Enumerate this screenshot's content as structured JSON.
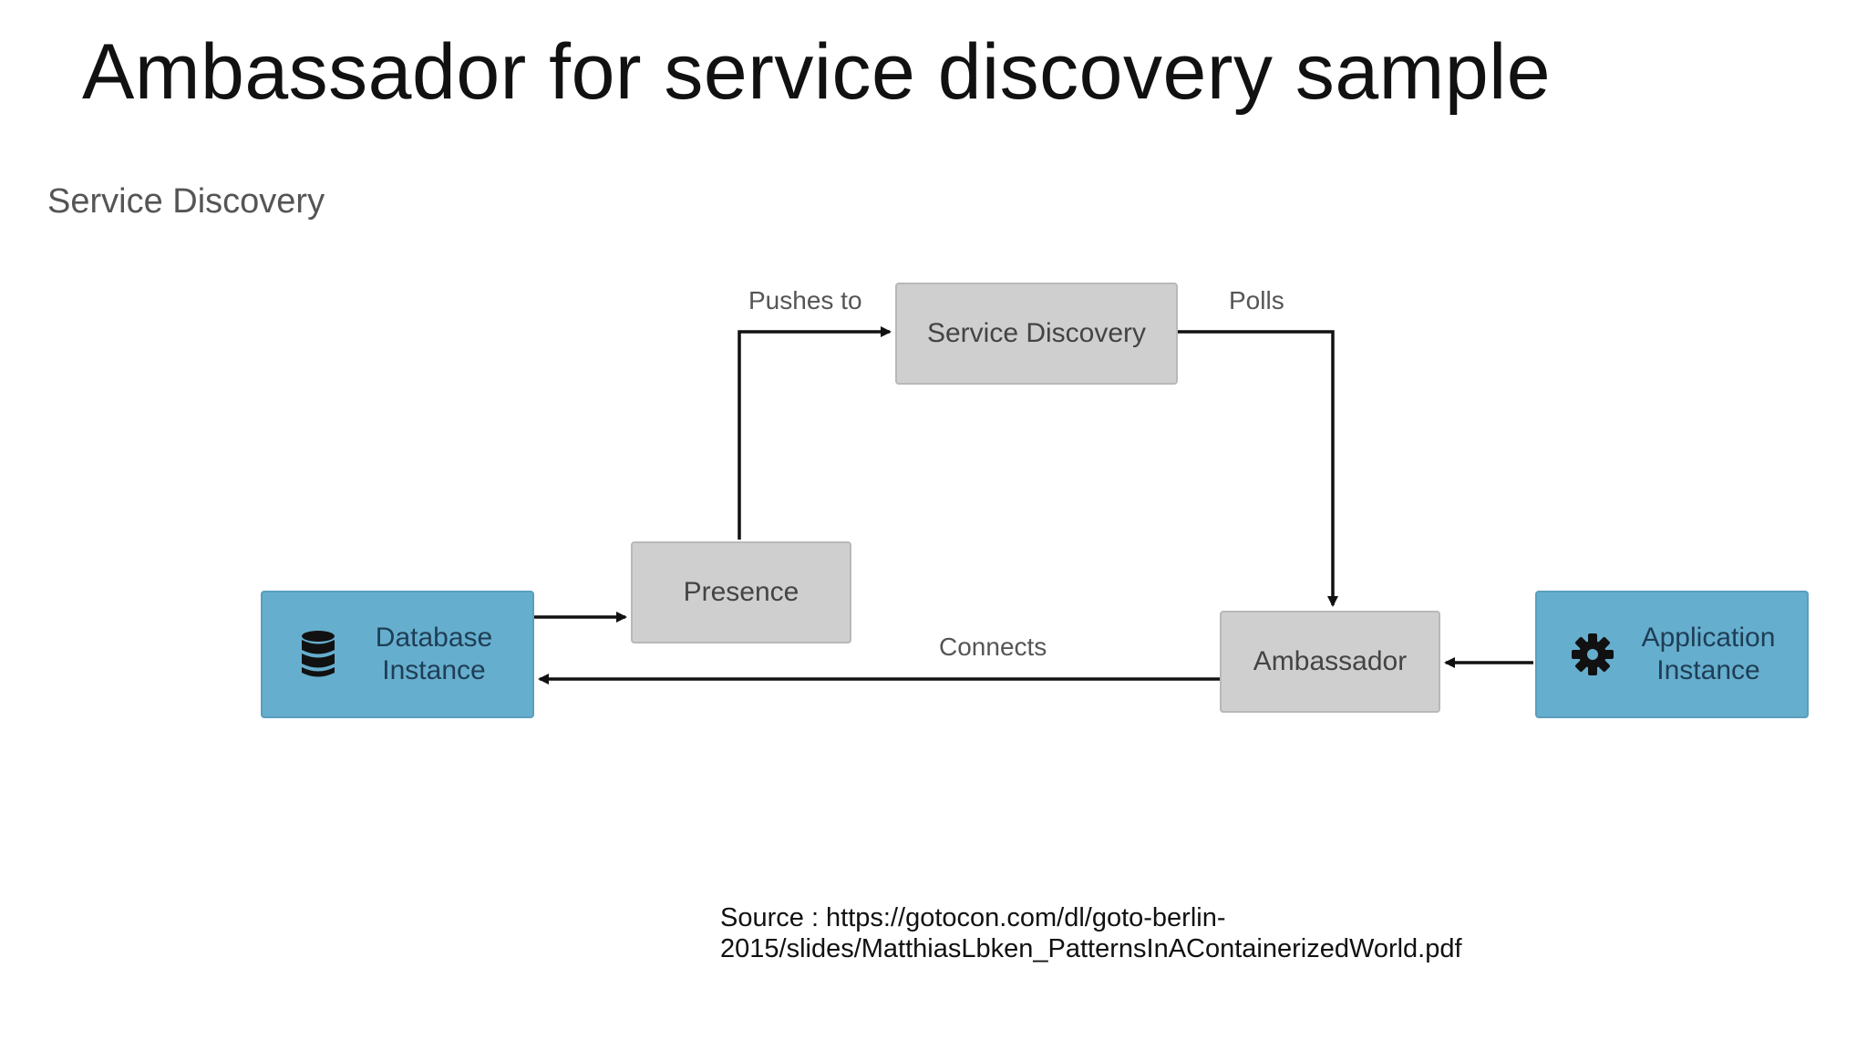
{
  "slide": {
    "title": "Ambassador for service discovery sample"
  },
  "diagram": {
    "heading": "Service Discovery",
    "nodes": {
      "service_discovery": "Service Discovery",
      "presence": "Presence",
      "ambassador": "Ambassador",
      "database": {
        "line1": "Database",
        "line2": "Instance",
        "icon": "database-icon"
      },
      "application": {
        "line1": "Application",
        "line2": "Instance",
        "icon": "gear-icon"
      }
    },
    "edges": {
      "pushes_to": "Pushes to",
      "polls": "Polls",
      "connects": "Connects"
    },
    "colors": {
      "node_gray": "#cfcfcf",
      "node_blue": "#66aece",
      "edge": "#111111"
    }
  },
  "source": {
    "line1": "Source : https://gotocon.com/dl/goto-berlin-",
    "line2": "2015/slides/MatthiasLbken_PatternsInAContainerizedWorld.pdf"
  }
}
